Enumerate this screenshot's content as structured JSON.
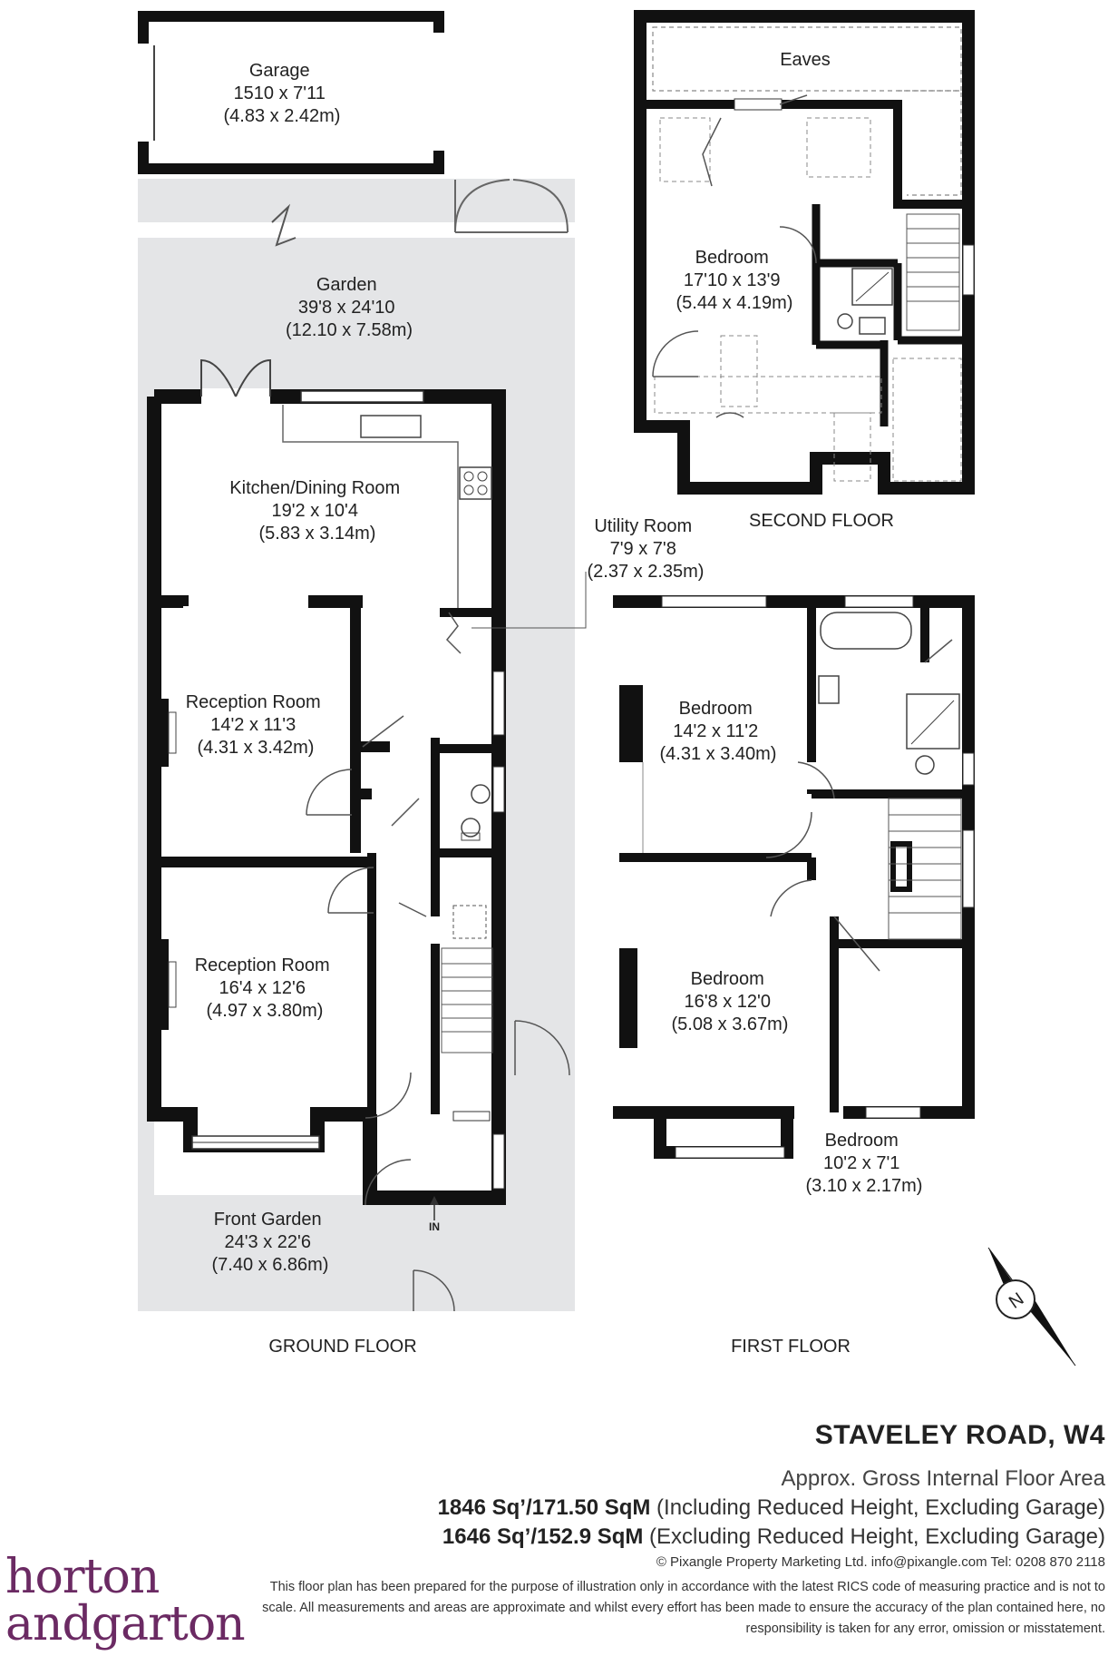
{
  "rooms": {
    "garage": {
      "name": "Garage",
      "imperial": "1510 x 7'11",
      "metric": "(4.83 x 2.42m)"
    },
    "garden": {
      "name": "Garden",
      "imperial": "39'8 x 24'10",
      "metric": "(12.10 x 7.58m)"
    },
    "kitchen": {
      "name": "Kitchen/Dining Room",
      "imperial": "19'2 x 10'4",
      "metric": "(5.83 x 3.14m)"
    },
    "utility": {
      "name": "Utility Room",
      "imperial": "7'9 x 7'8",
      "metric": "(2.37 x 2.35m)"
    },
    "reception_rear": {
      "name": "Reception Room",
      "imperial": "14'2 x 11'3",
      "metric": "(4.31 x 3.42m)"
    },
    "reception_front": {
      "name": "Reception Room",
      "imperial": "16'4 x 12'6",
      "metric": "(4.97 x 3.80m)"
    },
    "front_garden": {
      "name": "Front Garden",
      "imperial": "24'3 x 22'6",
      "metric": "(7.40 x 6.86m)"
    },
    "entrance": "IN",
    "eaves": "Eaves",
    "bed_second": {
      "name": "Bedroom",
      "imperial": "17'10 x 13'9",
      "metric": "(5.44 x 4.19m)"
    },
    "bed_first_rear": {
      "name": "Bedroom",
      "imperial": "14'2 x 11'2",
      "metric": "(4.31 x 3.40m)"
    },
    "bed_first_front": {
      "name": "Bedroom",
      "imperial": "16'8 x 12'0",
      "metric": "(5.08 x 3.67m)"
    },
    "bed_first_small": {
      "name": "Bedroom",
      "imperial": "10'2 x 7'1",
      "metric": "(3.10 x 2.17m)"
    }
  },
  "floors": {
    "ground": "GROUND FLOOR",
    "first": "FIRST FLOOR",
    "second": "SECOND FLOOR"
  },
  "compass": "N",
  "footer": {
    "address": "STAVELEY ROAD, W4",
    "gia_label": "Approx. Gross Internal Floor Area",
    "area1_value": "1846 Sq’/171.50 SqM",
    "area1_note": "(Including Reduced Height, Excluding Garage)",
    "area2_value": "1646 Sq’/152.9 SqM",
    "area2_note": "(Excluding Reduced Height, Excluding Garage)",
    "copyright": "© Pixangle Property Marketing Ltd. info@pixangle.com Tel: 0208 870 2118",
    "disclaimer": "This floor plan has been prepared for the purpose of illustration only in accordance with the latest RICS code of measuring practice and is not to scale. All measurements and areas are approximate and whilst every effort has been made to ensure the accuracy of the plan contained here, no responsibility is taken for any error, omission or misstatement."
  },
  "logo": {
    "line1": "horton",
    "line2": "andgarton"
  },
  "colors": {
    "wall": "#111111",
    "garden": "#e4e5e7",
    "logo": "#6b2a63"
  }
}
